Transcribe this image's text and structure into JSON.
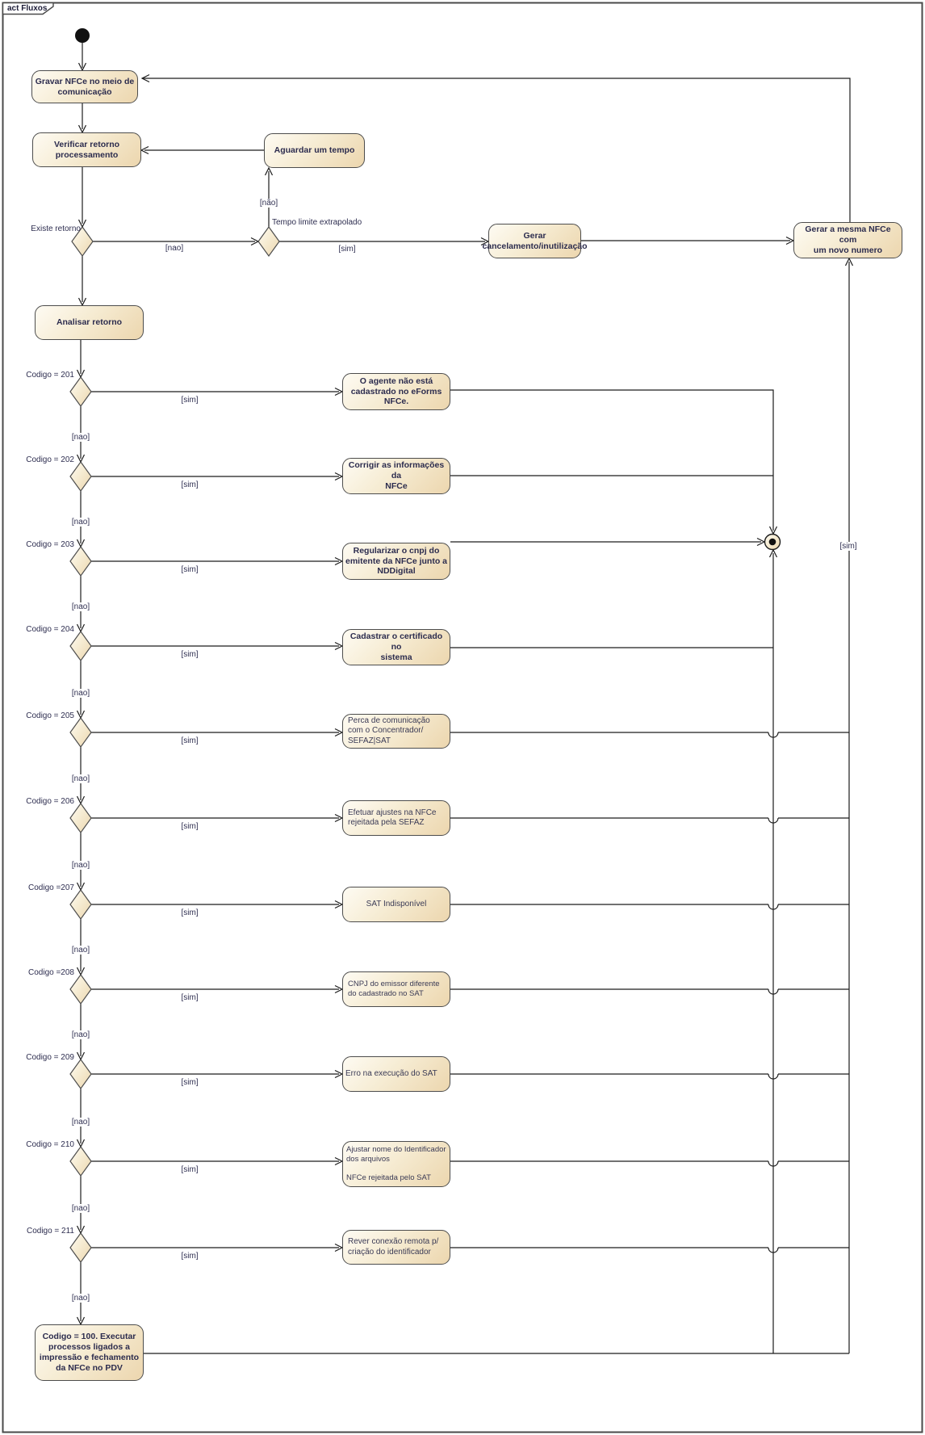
{
  "frame": {
    "title": "act Fluxos"
  },
  "guards": {
    "nao": "[nao]",
    "nao_accented": "[não]",
    "sim": "[sim]"
  },
  "start": {
    "gravar": "Gravar NFCe no meio de\ncomunicação",
    "verificar": "Verificar retorno\nprocessamento",
    "aguardar": "Aguardar um tempo",
    "existe_retorno": "Existe retorno",
    "tempo_limite": "Tempo limite extrapolado",
    "gerar_cancelamento": "Gerar\ncancelamento/inutilização",
    "gerar_mesma": "Gerar a mesma NFCe com\num novo numero",
    "analisar": "Analisar retorno"
  },
  "rows": [
    {
      "codigo": "Codigo = 201",
      "action": "O agente não está\ncadastrado no eForms\nNFCe."
    },
    {
      "codigo": "Codigo = 202",
      "action": "Corrigir as informações da\nNFCe"
    },
    {
      "codigo": "Codigo = 203",
      "action": "Regularizar o cnpj do\nemitente da NFCe junto a\nNDDigital"
    },
    {
      "codigo": "Codigo = 204",
      "action": "Cadastrar o certificado no\nsistema"
    },
    {
      "codigo": "Codigo = 205",
      "action": "Perca de comunicação\ncom o Concentrador/\nSEFAZ|SAT"
    },
    {
      "codigo": "Codigo = 206",
      "action": "Efetuar ajustes na NFCe\nrejeitada pela SEFAZ"
    },
    {
      "codigo": "Codigo =207",
      "action": "SAT Indisponível"
    },
    {
      "codigo": "Codigo =208",
      "action": "CNPJ do emissor diferente\ndo cadastrado no SAT"
    },
    {
      "codigo": "Codigo = 209",
      "action": "Erro na execução do SAT"
    },
    {
      "codigo": "Codigo = 210",
      "action": "Ajustar nome do Identificador\ndos arquivos\n\nNFCe rejeitada pelo SAT"
    },
    {
      "codigo": "Codigo = 211",
      "action": "Rever conexão remota p/\ncriação do identificador"
    }
  ],
  "end": {
    "codigo_100": "Codigo = 100. Executar\nprocessos ligados a\nimpressão e fechamento\nda NFCe no PDV"
  },
  "colors": {
    "box_fill_light": "#fefbf3",
    "box_fill_dark": "#ecd6ae",
    "box_border": "#4d4d4d",
    "line": "#1c1c1c",
    "text": "#2c2c4e"
  }
}
